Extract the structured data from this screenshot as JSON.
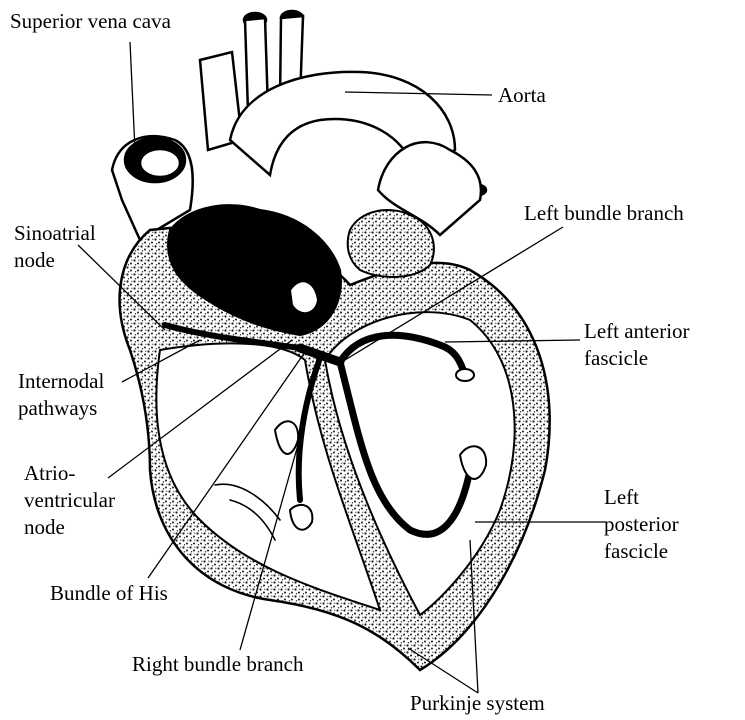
{
  "labels": {
    "superior_vena_cava": "Superior vena cava",
    "aorta": "Aorta",
    "sinoatrial_node": "Sinoatrial\nnode",
    "left_bundle_branch": "Left bundle branch",
    "left_anterior_fascicle": "Left anterior\nfascicle",
    "internodal_pathways": "Internodal\npathways",
    "atrioventricular_node": "Atrio-\nventricular\nnode",
    "left_posterior_fascicle": "Left\nposterior\nfascicle",
    "bundle_of_his": "Bundle of His",
    "right_bundle_branch": "Right bundle branch",
    "purkinje_system": "Purkinje system"
  },
  "colors": {
    "ink": "#000000",
    "background": "#ffffff",
    "stipple": "#1a1a1a"
  }
}
